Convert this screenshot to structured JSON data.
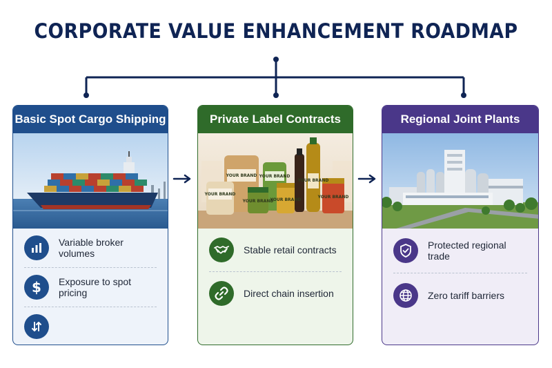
{
  "title": "CORPORATE VALUE ENHANCEMENT ROADMAP",
  "colors": {
    "title": "#0f2454",
    "connector": "#0f2454",
    "panel1_accent": "#1f4e8c",
    "panel2_accent": "#2f6b2a",
    "panel3_accent": "#4a3789"
  },
  "panels": [
    {
      "header": "Basic Spot Cargo Shipping",
      "image": "container-ship",
      "items": [
        {
          "icon": "bar-chart-icon",
          "label": "Variable broker volumes"
        },
        {
          "icon": "dollar-icon",
          "label": "Exposure to spot pricing"
        },
        {
          "icon": "up-down-arrows-icon",
          "label": ""
        }
      ]
    },
    {
      "header": "Private Label Contracts",
      "image": "private-label-products",
      "product_label": "YOUR BRAND",
      "items": [
        {
          "icon": "handshake-icon",
          "label": "Stable retail contracts"
        },
        {
          "icon": "chain-link-icon",
          "label": "Direct chain insertion"
        }
      ]
    },
    {
      "header": "Regional Joint Plants",
      "image": "processing-plant",
      "items": [
        {
          "icon": "shield-check-icon",
          "label": "Protected regional trade"
        },
        {
          "icon": "globe-icon",
          "label": "Zero tariff barriers"
        }
      ]
    }
  ]
}
